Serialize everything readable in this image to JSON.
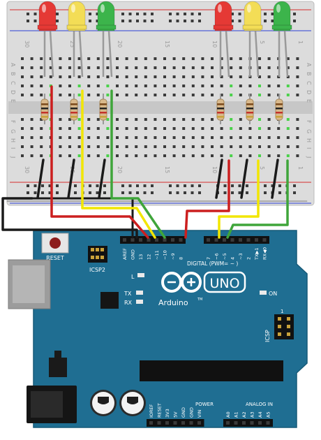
{
  "breadboard": {
    "row_letters_top": [
      "A",
      "B",
      "C",
      "D",
      "E"
    ],
    "row_letters_bottom": [
      "F",
      "G",
      "H",
      "I",
      "J"
    ],
    "column_numbers": [
      "30",
      "25",
      "20",
      "15",
      "10",
      "5",
      "1"
    ]
  },
  "leds": [
    {
      "color": "red"
    },
    {
      "color": "yellow"
    },
    {
      "color": "green"
    },
    {
      "color": "red"
    },
    {
      "color": "yellow"
    },
    {
      "color": "green"
    }
  ],
  "board": {
    "reset_label": "RESET",
    "icsp2_label": "ICSP2",
    "icsp_label": "ICSP",
    "brand_label": "Arduino",
    "model_label": "UNO",
    "tm_label": "TM",
    "on_label": "ON",
    "l_label": "L",
    "tx_label": "TX",
    "rx_label": "RX",
    "digital_label": "DIGITAL (PWM= ~ )",
    "power_label": "POWER",
    "analog_label": "ANALOG IN",
    "icsp_one_label": "1",
    "digital_top_pins": [
      "AREF",
      "GND",
      "13",
      "12",
      "~11",
      "~10",
      "~9",
      "8"
    ],
    "digital_bottom_pins": [
      "7",
      "~6",
      "~5",
      "4",
      "~3",
      "2",
      "TX▶1",
      "RX◀0"
    ],
    "power_pins": [
      "IOREF",
      "RESET",
      "3V3",
      "5V",
      "GND",
      "GND",
      "VIN"
    ],
    "analog_pins": [
      "A0",
      "A1",
      "A2",
      "A3",
      "A4",
      "A5"
    ]
  },
  "colors": {
    "board": "#1f6e92",
    "led_red": "#e53935",
    "led_yellow": "#f3dd56",
    "led_green": "#3cb44b",
    "wire_red": "#cc1f1f",
    "wire_yellow": "#f2e600",
    "wire_green": "#3fa53a",
    "wire_black": "#1a1a1a"
  }
}
